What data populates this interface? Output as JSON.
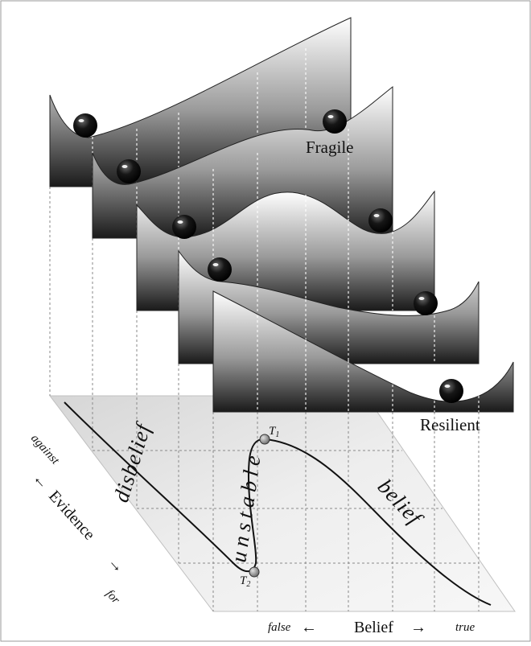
{
  "labels": {
    "fragile": "Fragile",
    "resilient": "Resilient",
    "disbelief": "disbelief",
    "unstable": "unstable",
    "belief": "belief",
    "evidence": "Evidence",
    "against": "against",
    "for": "for",
    "belief_axis": "Belief",
    "false": "false",
    "true": "true",
    "t1": "T",
    "t1_sub": "1",
    "t2": "T",
    "t2_sub": "2"
  },
  "arrows": {
    "left": "←",
    "right": "→"
  }
}
